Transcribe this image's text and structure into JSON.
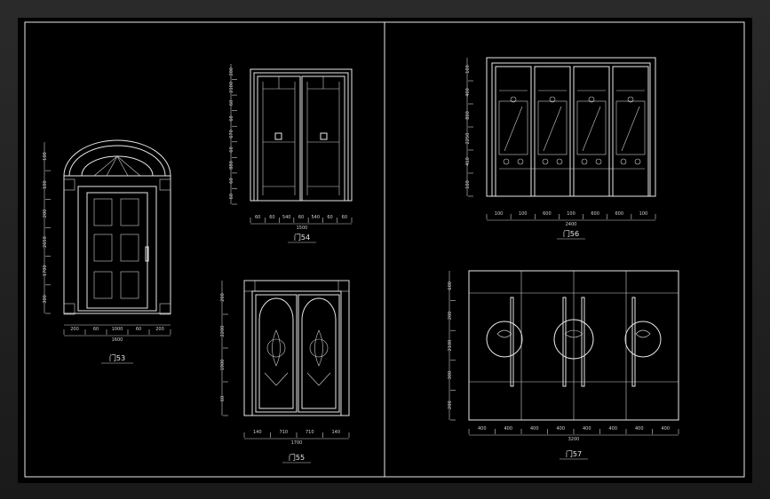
{
  "sheet": {
    "background": "#000000",
    "line_color": "#e8e8e8"
  },
  "doors": [
    {
      "id": "d53",
      "caption": "门53",
      "widths": [
        "200",
        "60",
        "1000",
        "60",
        "200"
      ],
      "total_width": "1600",
      "heights": [
        "300",
        "1700",
        "2650",
        "200",
        "100",
        "100"
      ]
    },
    {
      "id": "d54",
      "caption": "门54",
      "widths": [
        "60",
        "60",
        "540",
        "60",
        "540",
        "60",
        "60"
      ],
      "total_width": "1500",
      "heights": [
        "60",
        "60",
        "880",
        "60",
        "670",
        "60",
        "60",
        "2100",
        "200"
      ]
    },
    {
      "id": "d55",
      "caption": "门55",
      "widths": [
        "140",
        "710",
        "710",
        "140"
      ],
      "total_width": "1700",
      "heights": [
        "60",
        "1900",
        "2200",
        "200"
      ]
    },
    {
      "id": "d56",
      "caption": "门56",
      "widths": [
        "100",
        "100",
        "600",
        "100",
        "600",
        "600",
        "100"
      ],
      "total_width": "2400",
      "heights": [
        "100",
        "410",
        "2250",
        "800",
        "400",
        "100"
      ]
    },
    {
      "id": "d57",
      "caption": "门57",
      "widths": [
        "400",
        "400",
        "400",
        "400",
        "400",
        "400",
        "400",
        "400"
      ],
      "total_width": "3200",
      "heights": [
        "200",
        "300",
        "2100",
        "200",
        "600"
      ]
    }
  ]
}
